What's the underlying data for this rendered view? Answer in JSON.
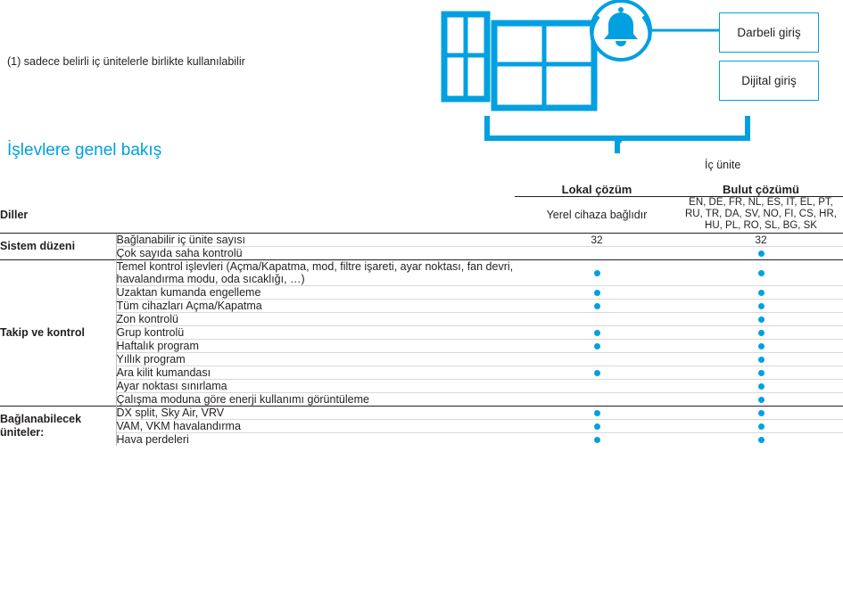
{
  "footnote": "(1) sadece belirli iç ünitelerle birlikte kullanılabilir",
  "section_title": "İşlevlere genel bakış",
  "diagram": {
    "callouts": [
      {
        "label": "Darbeli giriş"
      },
      {
        "label": "Dijital giriş"
      }
    ],
    "inner_unit_label": "İç ünite",
    "icons": [
      "window-icon",
      "bell-icon",
      "bracket-icon"
    ],
    "accent_color": "#00a0e1"
  },
  "table": {
    "columns": {
      "category": "",
      "feature": "",
      "local": "Lokal çözüm",
      "cloud": "Bulut çözümü"
    },
    "languages_row": {
      "label": "Diller",
      "local": "Yerel cihaza bağlıdır",
      "cloud": "EN, DE, FR, NL, ES, IT, EL, PT, RU, TR, DA, SV, NO, FI, CS, HR, HU, PL, RO, SL, BG, SK"
    },
    "groups": [
      {
        "category": "Sistem düzeni",
        "rows": [
          {
            "feature": "Bağlanabilir iç ünite sayısı",
            "local": "32",
            "cloud": "32",
            "type": "text"
          },
          {
            "feature": "Çok sayıda saha kontrolü",
            "local": "",
            "cloud": "dot",
            "type": "mark"
          }
        ]
      },
      {
        "category": "Takip ve kontrol",
        "rows": [
          {
            "feature": "Temel kontrol işlevleri (Açma/Kapatma, mod, filtre işareti, ayar noktası, fan devri, havalandırma modu, oda sıcaklığı, …)",
            "local": "dot",
            "cloud": "dot",
            "type": "mark"
          },
          {
            "feature": "Uzaktan kumanda engelleme",
            "local": "dot",
            "cloud": "dot",
            "type": "mark"
          },
          {
            "feature": "Tüm cihazları Açma/Kapatma",
            "local": "dot",
            "cloud": "dot",
            "type": "mark"
          },
          {
            "feature": "Zon kontrolü",
            "local": "",
            "cloud": "dot",
            "type": "mark"
          },
          {
            "feature": "Grup kontrolü",
            "local": "dot",
            "cloud": "dot",
            "type": "mark"
          },
          {
            "feature": "Haftalık program",
            "local": "dot",
            "cloud": "dot",
            "type": "mark"
          },
          {
            "feature": "Yıllık program",
            "local": "",
            "cloud": "dot",
            "type": "mark"
          },
          {
            "feature": "Ara kilit kumandası",
            "local": "dot",
            "cloud": "dot",
            "type": "mark"
          },
          {
            "feature": "Ayar noktası sınırlama",
            "local": "",
            "cloud": "dot",
            "type": "mark"
          },
          {
            "feature": "Çalışma moduna göre enerji kullanımı görüntüleme",
            "local": "",
            "cloud": "dot",
            "type": "mark"
          }
        ]
      },
      {
        "category": "Bağlanabilecek üniteler:",
        "rows": [
          {
            "feature": "DX split, Sky Air, VRV",
            "local": "dot",
            "cloud": "dot",
            "type": "mark"
          },
          {
            "feature": "VAM, VKM havalandırma",
            "local": "dot",
            "cloud": "dot",
            "type": "mark"
          },
          {
            "feature": "Hava perdeleri",
            "local": "dot",
            "cloud": "dot",
            "type": "mark"
          }
        ]
      }
    ]
  }
}
